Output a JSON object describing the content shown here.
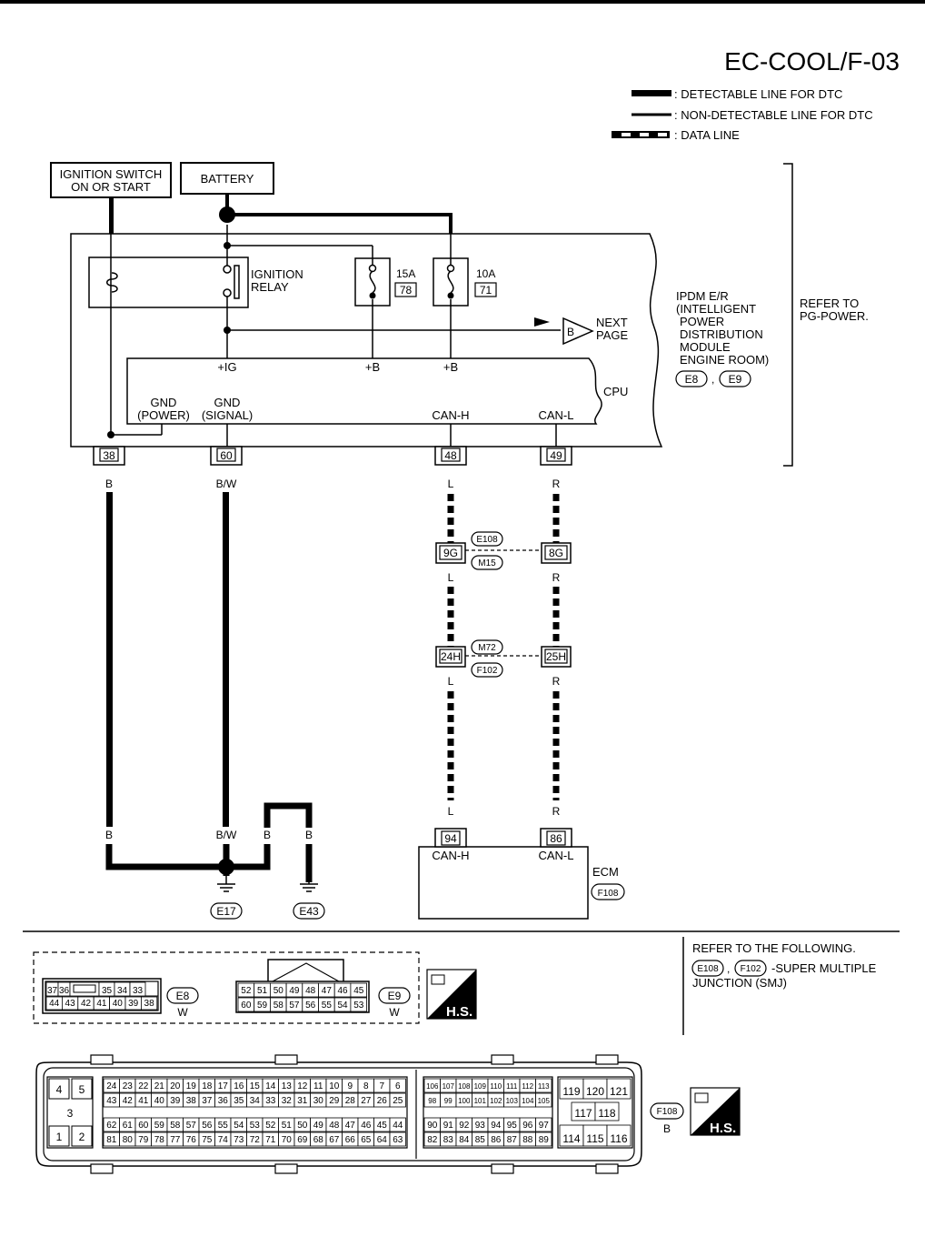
{
  "page_code": "EC-COOL/F-03",
  "legend": {
    "detectable": ": DETECTABLE LINE FOR DTC",
    "non_detectable": ": NON-DETECTABLE LINE FOR DTC",
    "data_line": ": DATA LINE"
  },
  "sources": {
    "ignition_switch": [
      "IGNITION SWITCH",
      "ON OR START"
    ],
    "battery": "BATTERY"
  },
  "ipdm": {
    "relay": [
      "IGNITION",
      "RELAY"
    ],
    "fuse1": {
      "rating": "15A",
      "number": "78"
    },
    "fuse2": {
      "rating": "10A",
      "number": "71"
    },
    "next_page_letter": "B",
    "next_page": [
      "NEXT",
      "PAGE"
    ],
    "name": [
      "IPDM E/R",
      "(INTELLIGENT",
      "POWER",
      "DISTRIBUTION",
      "MODULE",
      "ENGINE ROOM)"
    ],
    "connectors": [
      "E8",
      "E9"
    ],
    "comma": ",",
    "cpu": "CPU",
    "ig": "+IG",
    "b1": "+B",
    "b2": "+B",
    "gnd_power": [
      "GND",
      "(POWER)"
    ],
    "gnd_signal": [
      "GND",
      "(SIGNAL)"
    ],
    "can_h": "CAN-H",
    "can_l": "CAN-L",
    "refer": [
      "REFER TO",
      "PG-POWER."
    ]
  },
  "pins": {
    "p38": "38",
    "p60": "60",
    "p48": "48",
    "p49": "49"
  },
  "wires": {
    "b": "B",
    "bw": "B/W",
    "l": "L",
    "r": "R",
    "b_lower": "B",
    "bw_lower": "B/W",
    "b_jump1": "B",
    "b_jump2": "B",
    "l_lower": "L",
    "r_lower": "R"
  },
  "junctions": {
    "j1_left": "9G",
    "j1_right": "8G",
    "j1_top": "E108",
    "j1_bottom": "M15",
    "j2_left": "24H",
    "j2_right": "25H",
    "j2_top": "M72",
    "j2_bottom": "F102"
  },
  "grounds": {
    "g1": "E17",
    "g2": "E43"
  },
  "ecm": {
    "name": "ECM",
    "connector": "F108",
    "pin_h": "94",
    "pin_l": "86",
    "can_h": "CAN-H",
    "can_l": "CAN-L"
  },
  "refer_following": {
    "line1": "REFER TO THE FOLLOWING.",
    "c1": "E108",
    "comma": ",",
    "c2": "F102",
    "desc": "-SUPER MULTIPLE",
    "line3": "JUNCTION (SMJ)"
  },
  "connector_e8": {
    "label": "E8",
    "color": "W",
    "top": [
      "37",
      "36",
      "",
      "35",
      "34",
      "33"
    ],
    "bottom": [
      "44",
      "43",
      "42",
      "41",
      "40",
      "39",
      "38"
    ]
  },
  "connector_e9": {
    "label": "E9",
    "color": "W",
    "top": [
      "52",
      "51",
      "50",
      "49",
      "48",
      "47",
      "46",
      "45"
    ],
    "bottom": [
      "60",
      "59",
      "58",
      "57",
      "56",
      "55",
      "54",
      "53"
    ]
  },
  "hs": "H.S.",
  "ecm_connector": {
    "label": "F108",
    "color": "B",
    "left_block": [
      "4",
      "5",
      "3",
      "1",
      "2"
    ],
    "r1": [
      "24",
      "23",
      "22",
      "21",
      "20",
      "19",
      "18",
      "17",
      "16",
      "15",
      "14",
      "13",
      "12",
      "11",
      "10",
      "9",
      "8",
      "7",
      "6"
    ],
    "r2": [
      "43",
      "42",
      "41",
      "40",
      "39",
      "38",
      "37",
      "36",
      "35",
      "34",
      "33",
      "32",
      "31",
      "30",
      "29",
      "28",
      "27",
      "26",
      "25"
    ],
    "r3": [
      "62",
      "61",
      "60",
      "59",
      "58",
      "57",
      "56",
      "55",
      "54",
      "53",
      "52",
      "51",
      "50",
      "49",
      "48",
      "47",
      "46",
      "45",
      "44"
    ],
    "r4": [
      "81",
      "80",
      "79",
      "78",
      "77",
      "76",
      "75",
      "74",
      "73",
      "72",
      "71",
      "70",
      "69",
      "68",
      "67",
      "66",
      "65",
      "64",
      "63"
    ],
    "m1": [
      "106",
      "107",
      "108",
      "109",
      "110",
      "111",
      "112",
      "113"
    ],
    "m2": [
      "98",
      "99",
      "100",
      "101",
      "102",
      "103",
      "104",
      "105"
    ],
    "m3": [
      "90",
      "91",
      "92",
      "93",
      "94",
      "95",
      "96",
      "97"
    ],
    "m4": [
      "82",
      "83",
      "84",
      "85",
      "86",
      "87",
      "88",
      "89"
    ],
    "rb1": [
      "119",
      "120",
      "121"
    ],
    "rb2": [
      "117",
      "118"
    ],
    "rb3": [
      "114",
      "115",
      "116"
    ]
  }
}
